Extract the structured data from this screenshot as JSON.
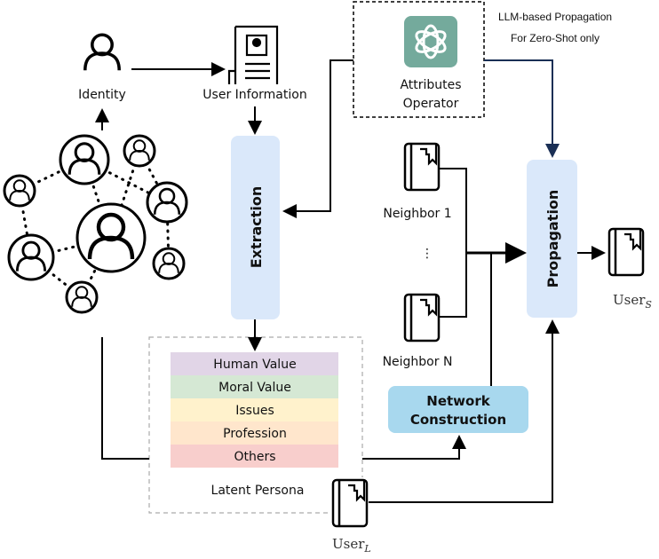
{
  "identity": {
    "label": "Identity"
  },
  "user_information": {
    "label": "User Information"
  },
  "attributes_operator": {
    "line1": "Attributes",
    "line2": "Operator",
    "logo_color": "#74aa9c"
  },
  "note": {
    "line1": "LLM-based Propagation",
    "line2": "For Zero-Shot only"
  },
  "extraction": {
    "label": "Extraction",
    "color": "#dae8fa"
  },
  "propagation": {
    "label": "Propagation",
    "color": "#dae8fa"
  },
  "neighbors": {
    "first": "Neighbor 1",
    "ellipsis": "⋮",
    "last": "Neighbor N"
  },
  "network_construction": {
    "line1": "Network",
    "line2": "Construction",
    "color": "#a8d8ee"
  },
  "latent_persona": {
    "label": "Latent Persona",
    "rows": [
      {
        "label": "Human Value",
        "color": "#e1d5e7"
      },
      {
        "label": "Moral Value",
        "color": "#d5e8d4"
      },
      {
        "label": "Issues",
        "color": "#fff2cc"
      },
      {
        "label": "Profession",
        "color": "#ffe6cc"
      },
      {
        "label": "Others",
        "color": "#f8cecc"
      }
    ]
  },
  "user_s": {
    "base": "User",
    "sub": "S"
  },
  "user_l": {
    "base": "User",
    "sub": "L"
  }
}
